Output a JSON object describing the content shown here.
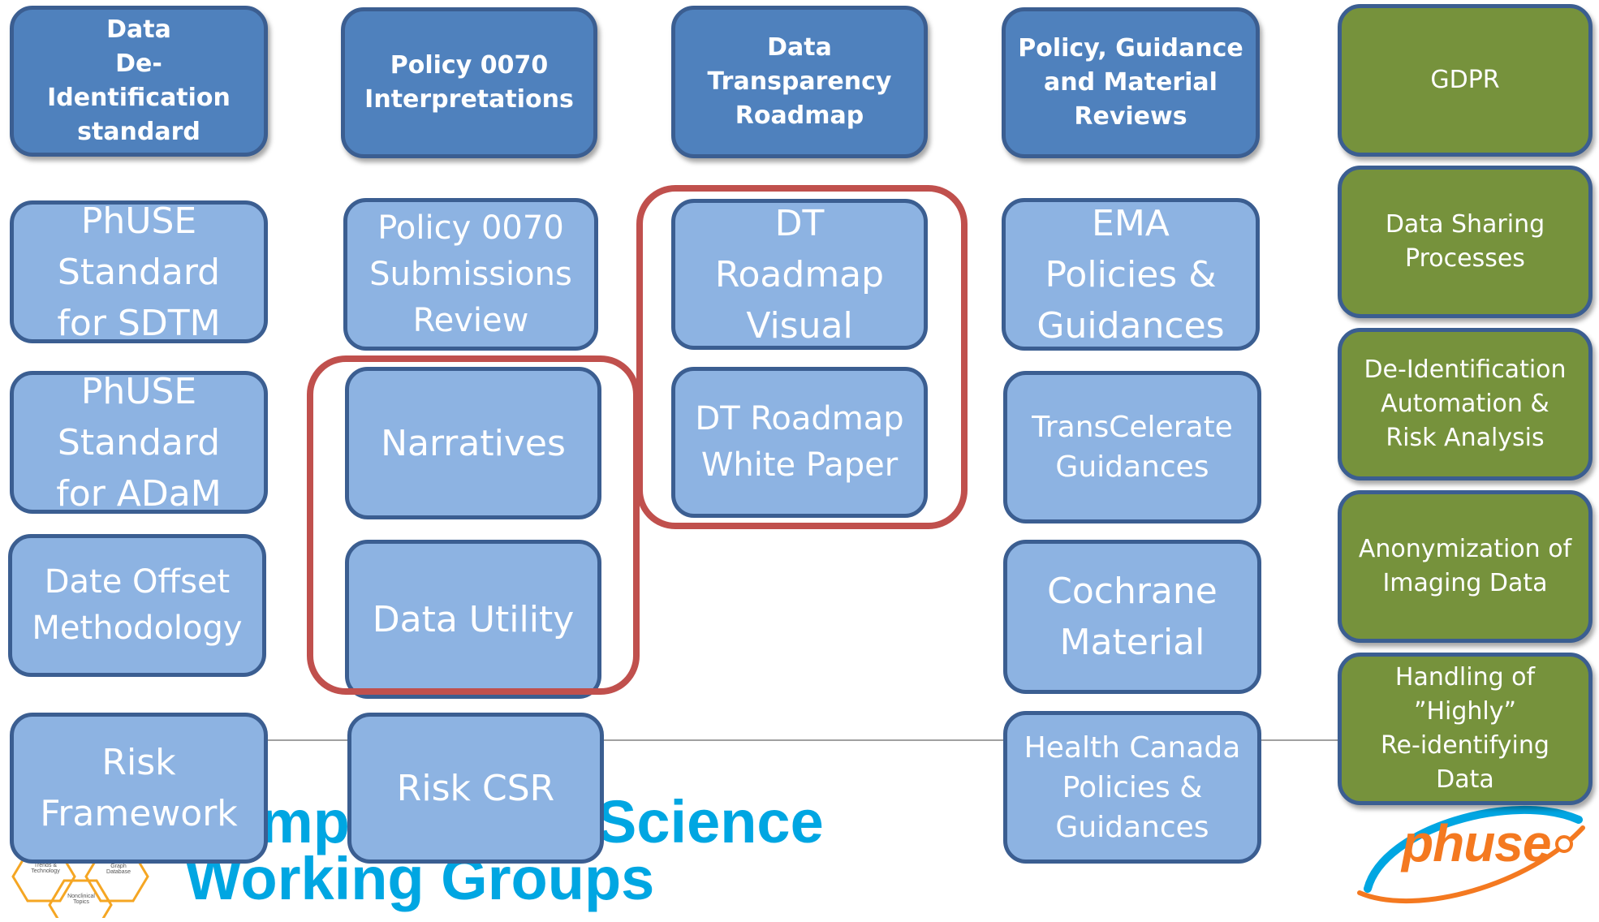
{
  "columns": [
    {
      "header": "Data\nDe-Identification\nstandard",
      "items": [
        "PhUSE\nStandard\nfor SDTM",
        "PhUSE\nStandard\nfor ADaM",
        "Date Offset\nMethodology",
        "Risk\nFramework"
      ]
    },
    {
      "header": "Policy 0070\nInterpretations",
      "items": [
        "Policy 0070\nSubmissions\nReview",
        "Narratives",
        "Data Utility",
        "Risk CSR"
      ]
    },
    {
      "header": "Data\nTransparency\nRoadmap",
      "items": [
        "DT\nRoadmap\nVisual",
        "DT Roadmap\nWhite Paper"
      ]
    },
    {
      "header": "Policy, Guidance\nand Material\nReviews",
      "items": [
        "EMA\nPolicies &\nGuidances",
        "TransCelerate\nGuidances",
        "Cochrane\nMaterial",
        "Health Canada\nPolicies &\nGuidances"
      ]
    },
    {
      "header": "GDPR",
      "items": [
        "Data Sharing\nProcesses",
        "De-Identification\nAutomation &\nRisk Analysis",
        "Anonymization of\nImaging Data",
        "Handling of\n”Highly”\nRe-identifying\nData"
      ]
    }
  ],
  "background": {
    "banner_line1_visible": "mp",
    "banner_line1_right": "Science",
    "banner_line2": "Working Groups",
    "hex_labels": [
      "Trends &\nTechnology",
      "Data &\nGraph\nDatabase",
      "Nonclinical\nTopics"
    ],
    "logo_text": "phuse"
  },
  "colors": {
    "header_fill": "#4f81bd",
    "item_fill": "#8db3e2",
    "green_fill": "#76923c",
    "border": "#3b5e91",
    "highlight": "#c0504d",
    "brand_blue": "#00a6e2",
    "logo_orange": "#f47920"
  }
}
